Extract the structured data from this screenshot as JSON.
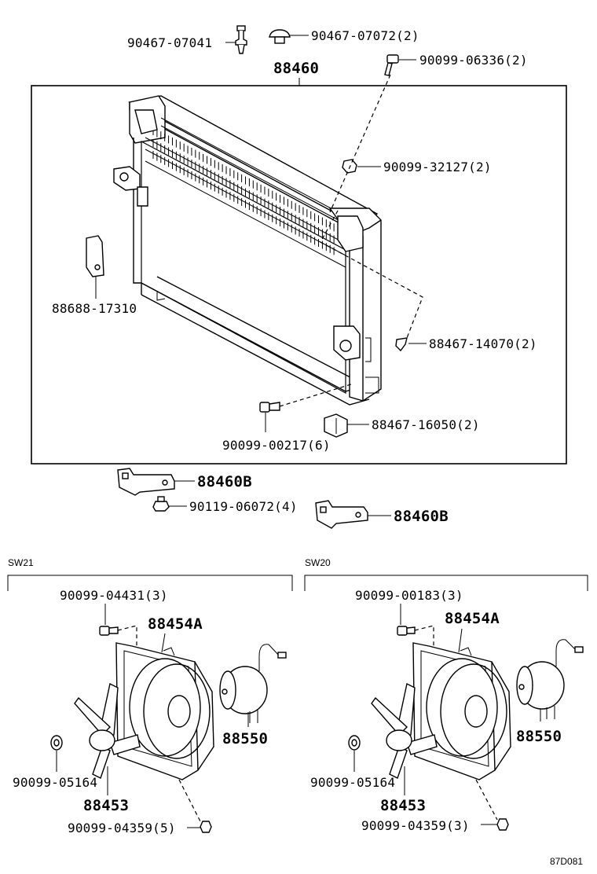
{
  "labels": {
    "clip_left": "90467-07041",
    "clip_right": "90467-07072(2)",
    "assembly": "88460",
    "bolt_top": "90099-06336(2)",
    "nut_top": "90099-32127(2)",
    "bracket_left": "88688-17310",
    "bolt_right": "88467-14070(2)",
    "bolt_bottom": "90099-00217(6)",
    "cushion": "88467-16050(2)",
    "bracket_b1": "88460B",
    "bolt_mid": "90119-06072(4)",
    "bracket_b2": "88460B",
    "sw21": {
      "title": "SW21",
      "screw_top": "90099-04431(3)",
      "shroud": "88454A",
      "motor": "88550",
      "nut": "90099-05164",
      "fan": "88453",
      "screw_bottom": "90099-04359(5)"
    },
    "sw20": {
      "title": "SW20",
      "screw_top": "90099-00183(3)",
      "shroud": "88454A",
      "motor": "88550",
      "nut": "90099-05164",
      "fan": "88453",
      "screw_bottom": "90099-04359(3)"
    },
    "diagram_code": "87D081"
  }
}
